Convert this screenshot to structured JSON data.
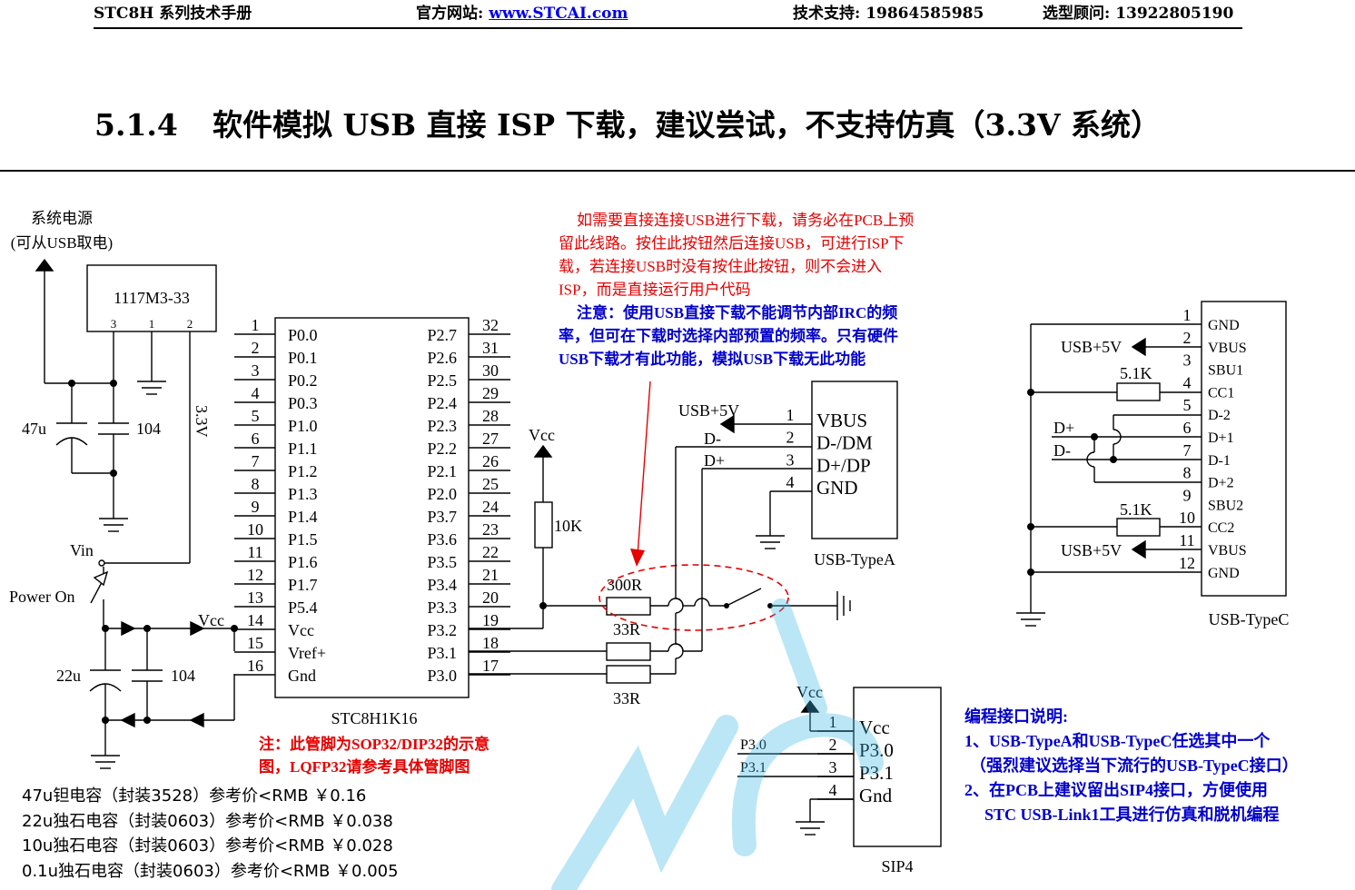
{
  "header": {
    "manual": "STC8H 系列技术手册",
    "website_label": "官方网站:",
    "website_link": "www.STCAI.com",
    "support": "技术支持: 19864585985",
    "advisor": "选型顾问: 13922805190"
  },
  "section": {
    "number": "5.1.4",
    "title": "软件模拟 USB 直接 ISP 下载，建议尝试，不支持仿真（3.3V 系统）"
  },
  "power": {
    "source_line1": "系统电源",
    "source_line2": "(可从USB取电)",
    "regulator": "1117M3-33",
    "reg_pin3": "3",
    "reg_pin1": "1",
    "reg_pin2": "2",
    "rail_label": "3.3V",
    "cap_47u": "47u",
    "cap_104_top": "104",
    "vin": "Vin",
    "power_on": "Power On",
    "vcc_label": "Vcc",
    "cap_22u": "22u",
    "cap_104_bottom": "104"
  },
  "mcu": {
    "name": "STC8H1K16",
    "left_pins": [
      {
        "num": "1",
        "name": "P0.0"
      },
      {
        "num": "2",
        "name": "P0.1"
      },
      {
        "num": "3",
        "name": "P0.2"
      },
      {
        "num": "4",
        "name": "P0.3"
      },
      {
        "num": "5",
        "name": "P1.0"
      },
      {
        "num": "6",
        "name": "P1.1"
      },
      {
        "num": "7",
        "name": "P1.2"
      },
      {
        "num": "8",
        "name": "P1.3"
      },
      {
        "num": "9",
        "name": "P1.4"
      },
      {
        "num": "10",
        "name": "P1.5"
      },
      {
        "num": "11",
        "name": "P1.6"
      },
      {
        "num": "12",
        "name": "P1.7"
      },
      {
        "num": "13",
        "name": "P5.4"
      },
      {
        "num": "14",
        "name": "Vcc"
      },
      {
        "num": "15",
        "name": "Vref+"
      },
      {
        "num": "16",
        "name": "Gnd"
      }
    ],
    "right_pins": [
      {
        "num": "32",
        "name": "P2.7"
      },
      {
        "num": "31",
        "name": "P2.6"
      },
      {
        "num": "30",
        "name": "P2.5"
      },
      {
        "num": "29",
        "name": "P2.4"
      },
      {
        "num": "28",
        "name": "P2.3"
      },
      {
        "num": "27",
        "name": "P2.2"
      },
      {
        "num": "26",
        "name": "P2.1"
      },
      {
        "num": "25",
        "name": "P2.0"
      },
      {
        "num": "24",
        "name": "P3.7"
      },
      {
        "num": "23",
        "name": "P3.6"
      },
      {
        "num": "22",
        "name": "P3.5"
      },
      {
        "num": "21",
        "name": "P3.4"
      },
      {
        "num": "20",
        "name": "P3.3"
      },
      {
        "num": "19",
        "name": "P3.2"
      },
      {
        "num": "18",
        "name": "P3.1"
      },
      {
        "num": "17",
        "name": "P3.0"
      }
    ],
    "note_line1": "注：此管脚为SOP32/DIP32的示意",
    "note_line2": "图，LQFP32请参考具体管脚图"
  },
  "isp_circuit": {
    "vcc": "Vcc",
    "pullup": "10K",
    "r300": "300R",
    "r33a": "33R",
    "r33b": "33R",
    "note_red": [
      "如需要直接连接USB进行下载，请务必在PCB上预",
      "留此线路。按住此按钮然后连接USB，可进行ISP下",
      "载，若连接USB时没有按住此按钮，则不会进入",
      "ISP，而是直接运行用户代码"
    ],
    "note_blue": [
      "注意：使用USB直接下载不能调节内部IRC的频",
      "率，但可在下载时选择内部预置的频率。只有硬件",
      "USB下载才有此功能，模拟USB下载无此功能"
    ]
  },
  "usb_a": {
    "name": "USB-TypeA",
    "supply": "USB+5V",
    "dminus": "D-",
    "dplus": "D+",
    "pins": [
      {
        "num": "1",
        "name": "VBUS"
      },
      {
        "num": "2",
        "name": "D-/DM"
      },
      {
        "num": "3",
        "name": "D+/DP"
      },
      {
        "num": "4",
        "name": "GND"
      }
    ]
  },
  "usb_c": {
    "name": "USB-TypeC",
    "supply_top": "USB+5V",
    "supply_bottom": "USB+5V",
    "r_top": "5.1K",
    "r_bottom": "5.1K",
    "dplus": "D+",
    "dminus": "D-",
    "pins": [
      {
        "num": "1",
        "name": "GND"
      },
      {
        "num": "2",
        "name": "VBUS"
      },
      {
        "num": "3",
        "name": "SBU1"
      },
      {
        "num": "4",
        "name": "CC1"
      },
      {
        "num": "5",
        "name": "D-2"
      },
      {
        "num": "6",
        "name": "D+1"
      },
      {
        "num": "7",
        "name": "D-1"
      },
      {
        "num": "8",
        "name": "D+2"
      },
      {
        "num": "9",
        "name": "SBU2"
      },
      {
        "num": "10",
        "name": "CC2"
      },
      {
        "num": "11",
        "name": "VBUS"
      },
      {
        "num": "12",
        "name": "GND"
      }
    ]
  },
  "sip4": {
    "name": "SIP4",
    "vcc": "Vcc",
    "p30": "P3.0",
    "p31": "P3.1",
    "pins": [
      {
        "num": "1",
        "name": "Vcc"
      },
      {
        "num": "2",
        "name": "P3.0"
      },
      {
        "num": "3",
        "name": "P3.1"
      },
      {
        "num": "4",
        "name": "Gnd"
      }
    ]
  },
  "prog_note": {
    "title": "编程接口说明:",
    "line1": "1、USB-TypeA和USB-TypeC任选其中一个",
    "line2": "（强烈建议选择当下流行的USB-TypeC接口）",
    "line3": "2、在PCB上建议留出SIP4接口，方便使用",
    "line4": "STC USB-Link1工具进行仿真和脱机编程"
  },
  "price_list": [
    "47u钽电容（封装3528）参考价<RMB ￥0.16",
    "22u独石电容（封装0603）参考价<RMB ￥0.038",
    "10u独石电容（封装0603）参考价<RMB ￥0.028",
    "0.1u独石电容（封装0603）参考价<RMB ￥0.005"
  ],
  "colors": {
    "red_note": "#e60000",
    "blue_note": "#0000cc",
    "watermark": "#3fb8e8"
  }
}
